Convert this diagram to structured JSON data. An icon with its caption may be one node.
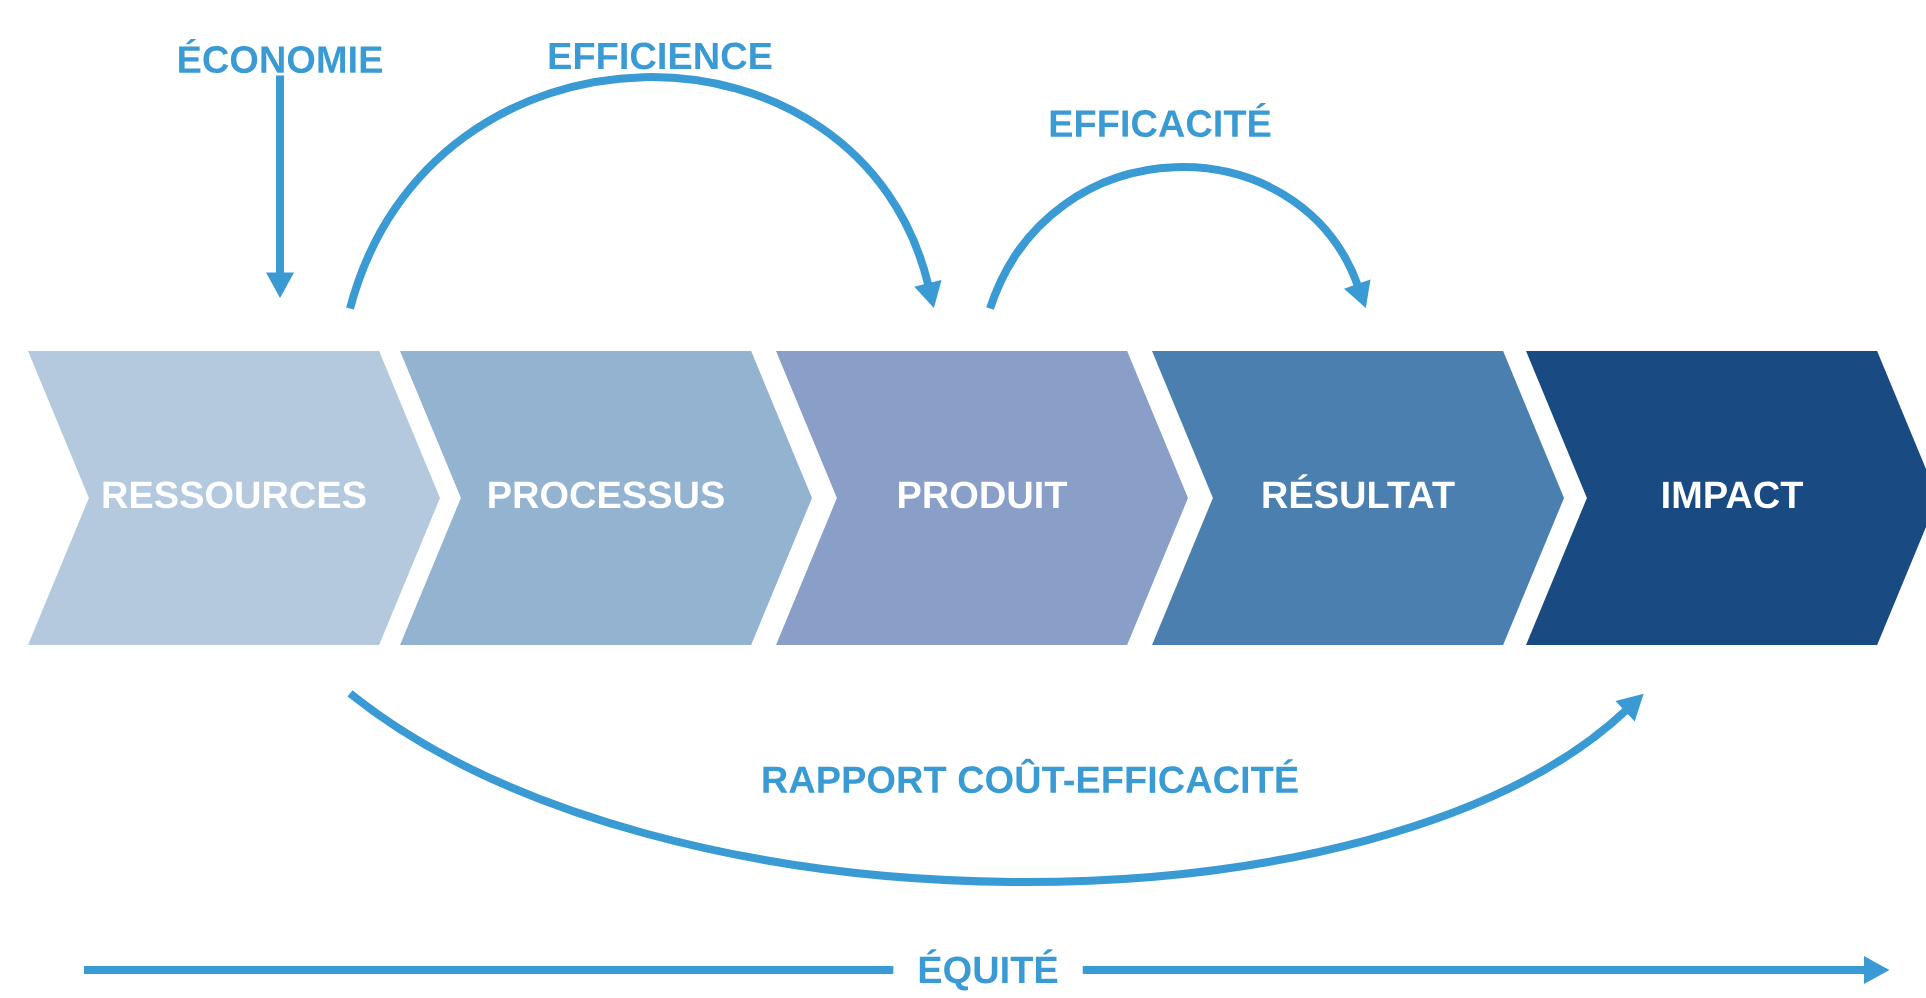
{
  "diagram": {
    "nodes": [
      {
        "text": [
          "RESSOURCES"
        ]
      },
      {
        "text": [
          "PROCESSUS"
        ]
      },
      {
        "text": [
          "PRODUIT"
        ]
      },
      {
        "text": [
          "RÉSULTAT"
        ]
      },
      {
        "text": [
          "IMPACT"
        ]
      },
      {
        "text": [
          "ÉCONOMIE"
        ]
      }
    ],
    "edges": [
      {
        "from": 5,
        "to": 0,
        "arrow": "to"
      },
      {
        "from": 0,
        "to": 2,
        "arrow": "to",
        "label": "EFFICIENCE"
      },
      {
        "from": 2,
        "to": 3,
        "arrow": "to",
        "label": "EFFICACITÉ"
      },
      {
        "from": 0,
        "to": 4,
        "arrow": "to",
        "label": "RAPPORT COÛT-EFFICACITÉ"
      }
    ],
    "labels": [
      "ÉQUITÉ"
    ]
  }
}
